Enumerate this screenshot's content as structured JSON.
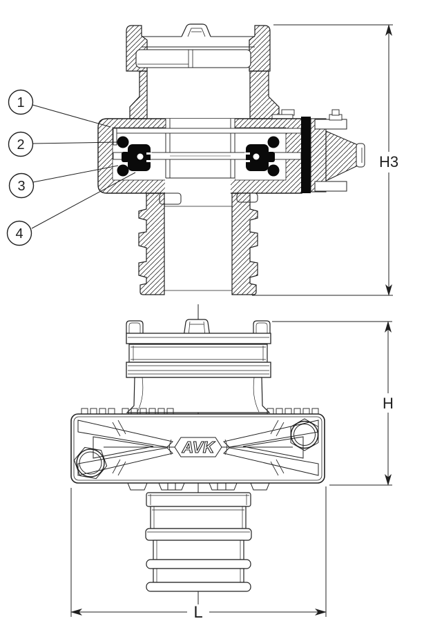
{
  "figure": {
    "type": "technical-drawing",
    "views": [
      {
        "id": "section-view",
        "name": "cross-section view"
      },
      {
        "id": "front-view",
        "name": "front elevation view"
      }
    ],
    "callouts": [
      {
        "label": "1"
      },
      {
        "label": "2"
      },
      {
        "label": "3"
      },
      {
        "label": "4"
      }
    ],
    "dimensions": {
      "height_section": "H3",
      "height_front": "H",
      "length": "L"
    },
    "logo": {
      "text": "AVK"
    },
    "colors": {
      "line": "#1f1f1f",
      "background": "#ffffff",
      "seal": "#0a0a0a"
    }
  }
}
